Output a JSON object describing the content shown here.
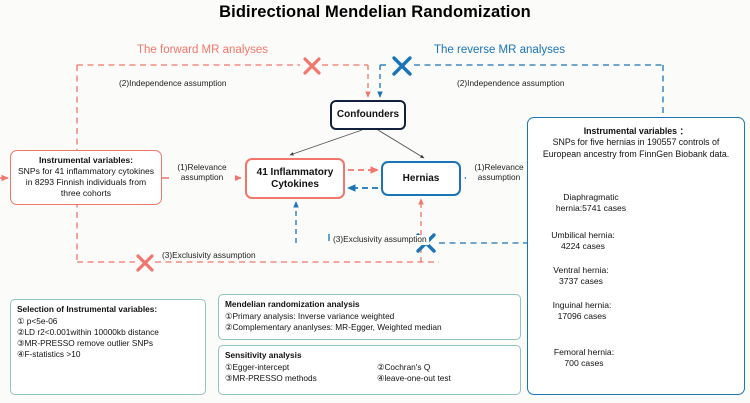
{
  "title": "Bidirectional Mendelian Randomization",
  "captions": {
    "forward": "The forward MR analyses",
    "reverse": "The reverse MR analyses"
  },
  "nodes": {
    "confounders": "Confounders",
    "cytokines": "41 Inflammatory Cytokines",
    "hernias": "Hernias"
  },
  "assumptions": {
    "independence_left": "(2)Independence assumption",
    "independence_right": "(2)Independence assumption",
    "relevance_left": "(1)Relevance assumption",
    "relevance_right": "(1)Relevance assumption",
    "exclusivity_left": "(3)Exclusivity assumption",
    "exclusivity_right": "(3)Exclusivity assumption"
  },
  "instrument_left": {
    "head": "Instrumental variables:",
    "body": "SNPs for 41 inflammatory cytokines in 8293 Finnish individuals from three cohorts"
  },
  "instrument_right": {
    "head": "Instrumental variables ：",
    "body": "SNPs for five hernias in 190557 controls of European ancestry from FinnGen Biobank data."
  },
  "hernias": [
    {
      "name": "Diaphragmatic hernia:5741 cases",
      "line1": "Diaphragmatic",
      "line2": "hernia:5741 cases"
    },
    {
      "name": "Umbilical hernia: 4224 cases",
      "line1": "Umbilical hernia:",
      "line2": "4224 cases"
    },
    {
      "name": "Ventral hernia: 3737 cases",
      "line1": "Ventral hernia:",
      "line2": "3737 cases"
    },
    {
      "name": "Inguinal hernia: 17096 cases",
      "line1": "Inguinal hernia:",
      "line2": "17096 cases"
    },
    {
      "name": "Femoral hernia: 700 cases",
      "line1": "Femoral hernia:",
      "line2": "700 cases"
    }
  ],
  "selection_box": {
    "head": "Selection of Instrumental variables:",
    "items": [
      "① p<5e-06",
      "②LD r2<0.001within 10000kb distance",
      "③MR-PRESSO remove outlier SNPs",
      "④F-statistics >10"
    ]
  },
  "mr_box": {
    "head": "Mendelian randomization analysis",
    "items": [
      "①Primary analysis: Inverse variance weighted",
      "②Complementary ananlyses: MR-Egger, Weighted median"
    ]
  },
  "sensitivity_box": {
    "head": "Sensitivity analysis",
    "rows": [
      {
        "left": "①Egger-intercept",
        "right": "②Cochran's Q"
      },
      {
        "left": "③MR-PRESSO methods",
        "right": "④leave-one-out test"
      }
    ]
  },
  "colors": {
    "red": "#f2766b",
    "blue": "#1a74b8",
    "dark": "#14213d",
    "teal": "#8fc3c0",
    "background": "#fbfbfa"
  }
}
